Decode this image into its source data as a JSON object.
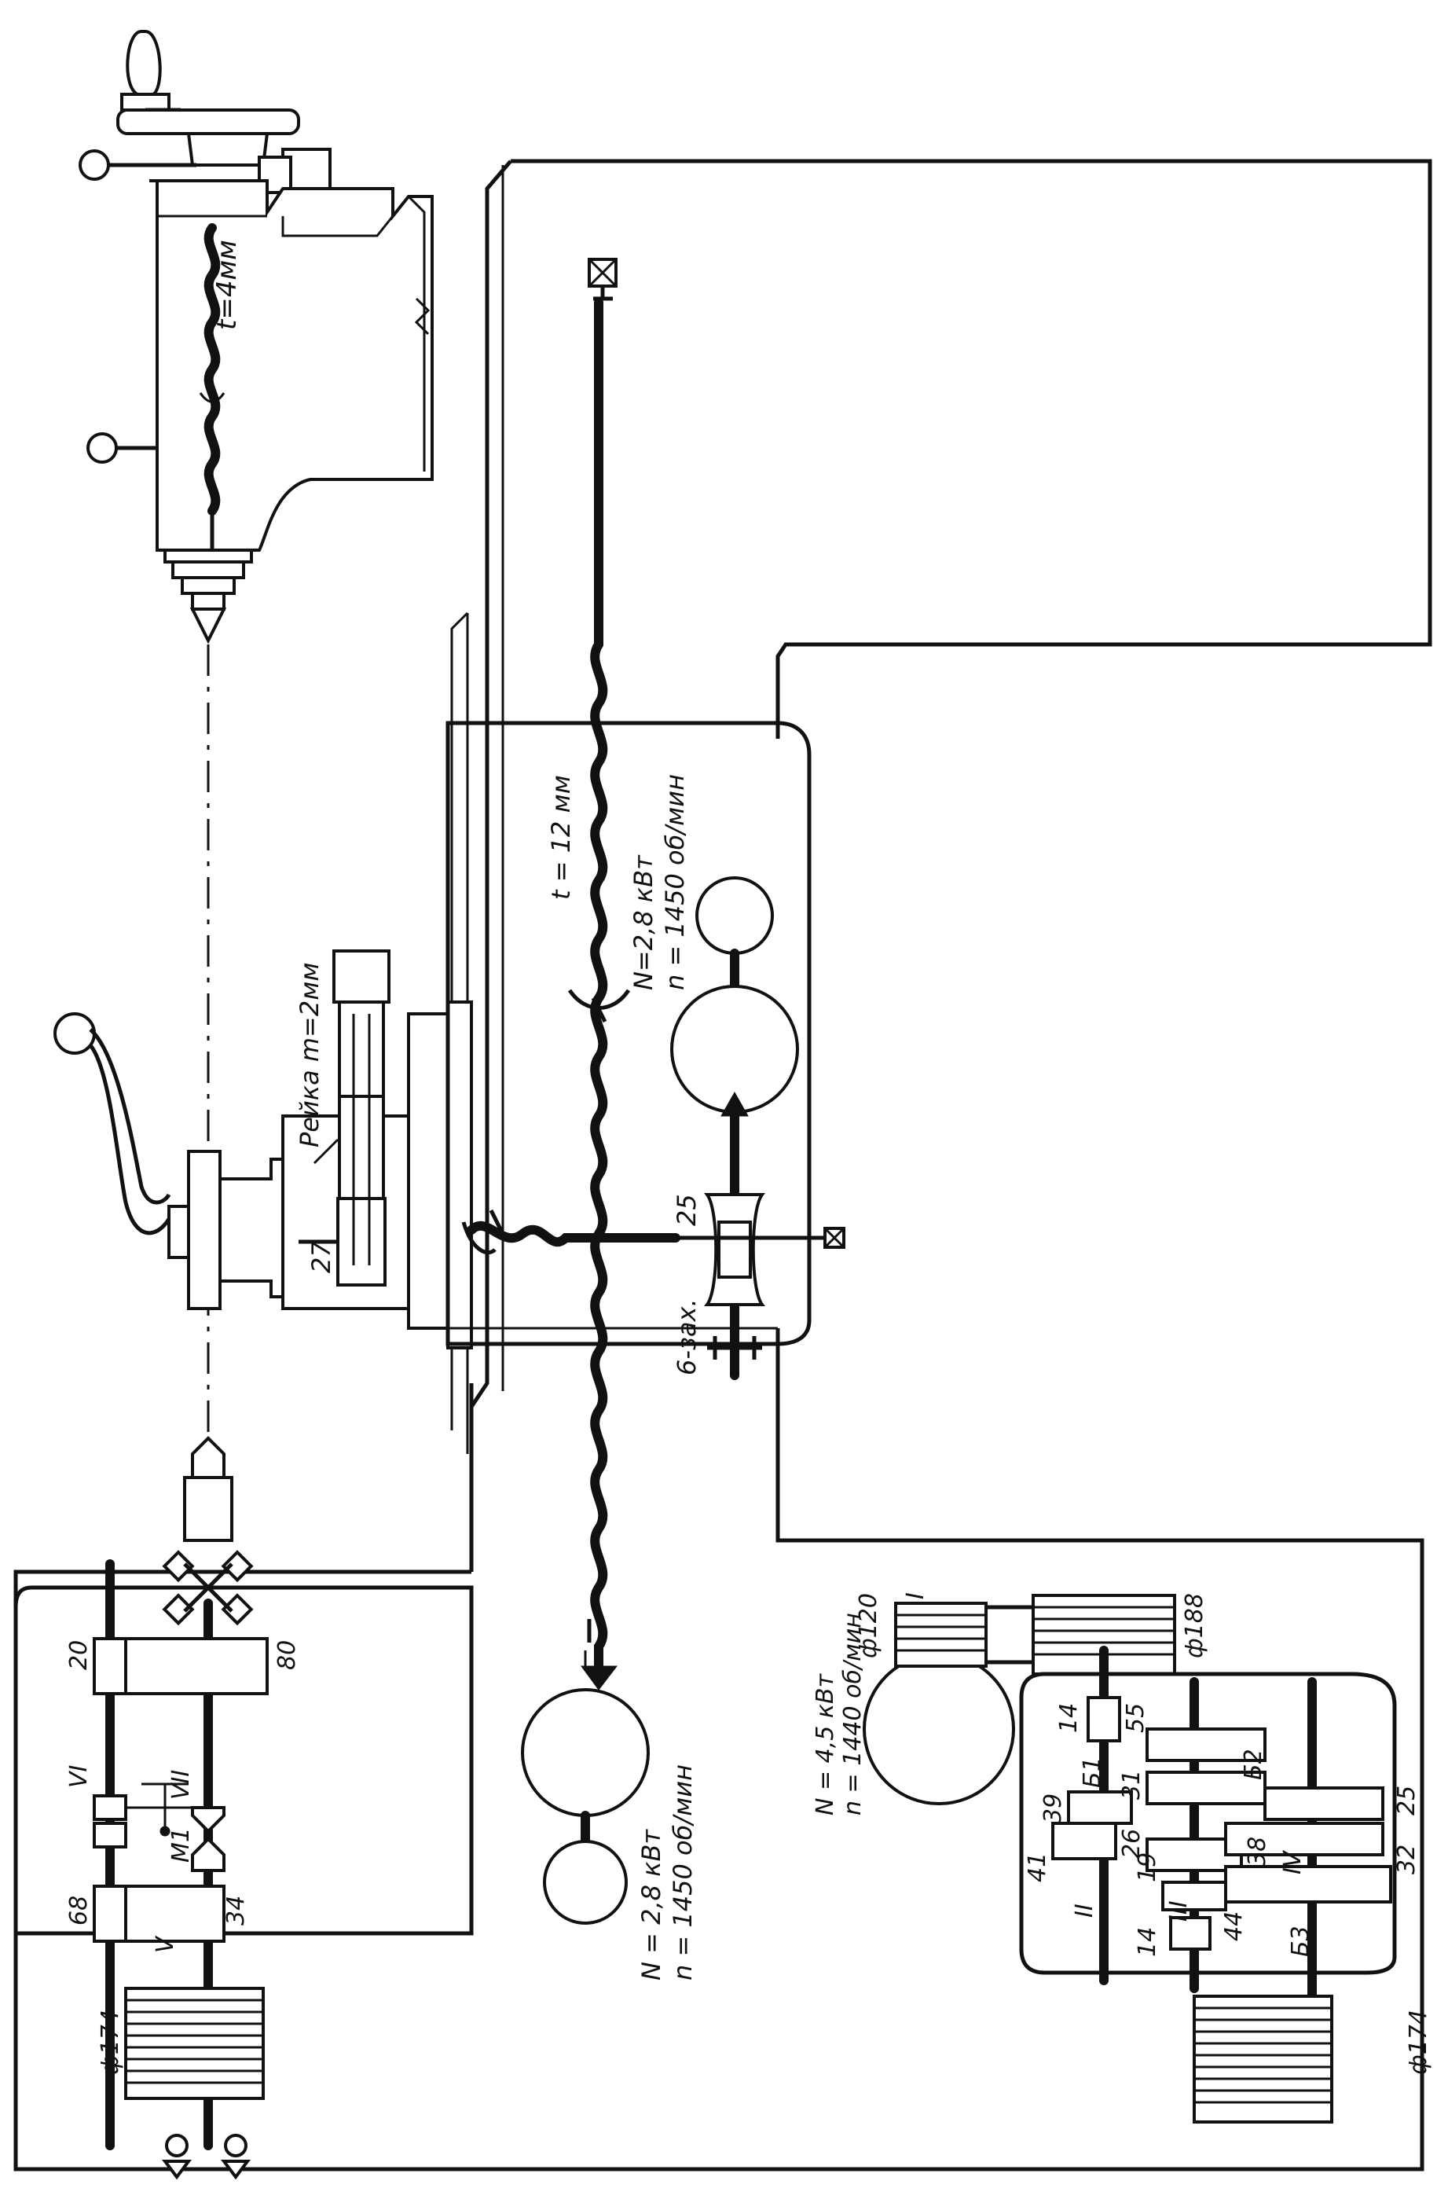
{
  "labels": {
    "pitch_top": "t=4мм",
    "rack": "Рейка m=2мм",
    "gear_27": "27",
    "pitch_mid": "t = 12 мм",
    "motor_upper_power": "N=2,8 кВт",
    "motor_upper_speed": "n = 1450 об/мин",
    "gear_25_feed": "25",
    "threads": "6-зах.",
    "gear_20": "20",
    "gear_80": "80",
    "shaft_VI": "VI",
    "shaft_VII": "VII",
    "clutch_M1": "M1",
    "gear_68": "68",
    "gear_34": "34",
    "shaft_V": "V",
    "pulley_174_left": "ф174",
    "motor_lower_power": "N = 2,8 кВт",
    "motor_lower_speed": "n = 1450 об/мин",
    "motor_main_power": "N = 4,5 кВт",
    "motor_main_speed": "n = 1440 об/мин",
    "pulley_120": "ф120",
    "shaft_I": "I",
    "pulley_188": "ф188",
    "gear_14_top": "14",
    "gear_55": "55",
    "block_B1": "Б1",
    "gear_31": "31",
    "block_B2": "Б2",
    "gear_25_box": "25",
    "gear_39": "39",
    "gear_26": "26",
    "gear_41": "41",
    "gear_38": "38",
    "shaft_IV": "IV",
    "gear_32": "32",
    "shaft_II": "II",
    "gear_19": "19",
    "shaft_III": "III",
    "gear_14_bottom": "14",
    "gear_44": "44",
    "block_B3": "Б3",
    "pulley_174_right": "ф174"
  }
}
